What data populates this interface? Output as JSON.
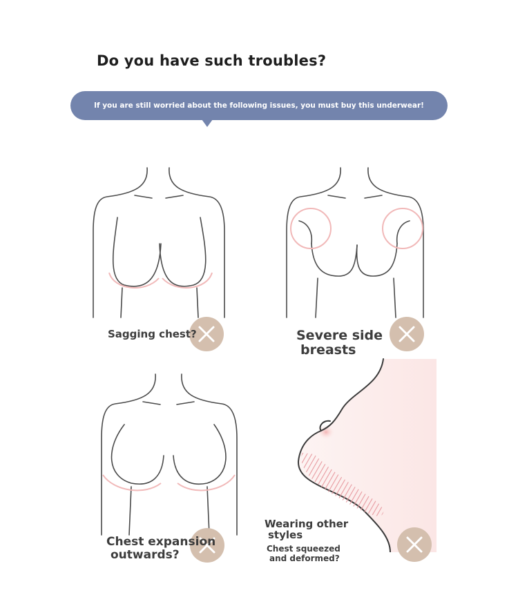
{
  "header": {
    "title": "Do you have such troubles?",
    "subtitle": "If you are still worried about the following issues, you must buy this underwear!"
  },
  "panels": [
    {
      "caption_lines": [
        "Sagging chest?"
      ]
    },
    {
      "caption_lines": [
        "Severe side",
        "breasts"
      ]
    },
    {
      "caption_lines": [
        "Chest expansion",
        "outwards?"
      ]
    },
    {
      "caption_lines": [
        "Wearing other",
        "styles"
      ],
      "note_lines": [
        "Chest squeezed",
        "and deformed?"
      ]
    }
  ],
  "colors": {
    "bubble": "#7384ad",
    "badge": "#d4bfae",
    "highlight": "#f1b8b8",
    "skin_bg": "#fdf0ef"
  },
  "icons": [
    "close-icon"
  ]
}
